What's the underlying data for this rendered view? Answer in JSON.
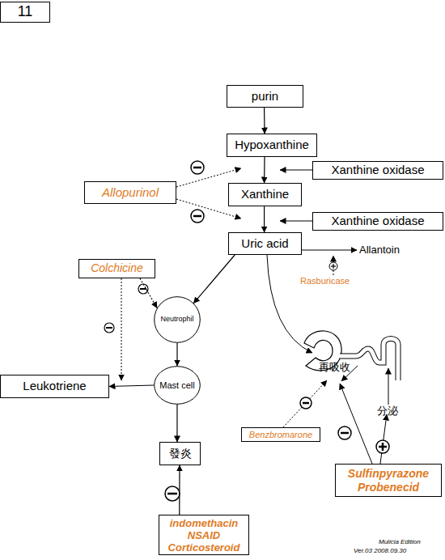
{
  "diagram": {
    "nodes": [
      {
        "text": [
          "11"
        ]
      },
      {
        "text": [
          "purin"
        ]
      },
      {
        "text": [
          "Hypoxanthine"
        ]
      },
      {
        "text": [
          "Xanthine oxidase"
        ]
      },
      {
        "text": [
          "Allopurinol"
        ]
      },
      {
        "text": [
          "Xanthine"
        ]
      },
      {
        "text": [
          "Xanthine oxidase"
        ]
      },
      {
        "text": [
          "Uric acid"
        ]
      },
      {
        "text": [
          "Colchicine"
        ]
      },
      {
        "text": [
          "Neutrophil"
        ]
      },
      {
        "text": [
          "Mast cell"
        ]
      },
      {
        "text": [
          "Leukotriene"
        ]
      },
      {
        "text": [
          "Benzbromarone"
        ]
      },
      {
        "text": [
          "發炎"
        ]
      },
      {
        "text": [
          "Sulfinpyrazone",
          "Probenecid"
        ]
      },
      {
        "text": [
          "indomethacin",
          "NSAID",
          "Corticosteroid"
        ]
      }
    ],
    "edges": [
      {
        "from": 1,
        "to": 2,
        "arrow": "to"
      },
      {
        "from": 2,
        "to": 5,
        "arrow": "to"
      },
      {
        "from": 5,
        "to": 7,
        "arrow": "to"
      },
      {
        "from": 7,
        "to": 9,
        "arrow": "to"
      },
      {
        "from": 9,
        "to": 10,
        "arrow": "to"
      },
      {
        "from": 10,
        "to": 11,
        "arrow": "to"
      },
      {
        "from": 10,
        "to": 13,
        "arrow": "to"
      },
      {
        "from": 8,
        "to": 9,
        "arrow": "to"
      },
      {
        "from": 15,
        "to": 13,
        "arrow": "to"
      }
    ],
    "labels": [
      "Allantoin",
      "Rasburicase",
      "再吸收",
      "分泌",
      "Mulicia Edition",
      "Ver.03 2008.09.30"
    ]
  }
}
